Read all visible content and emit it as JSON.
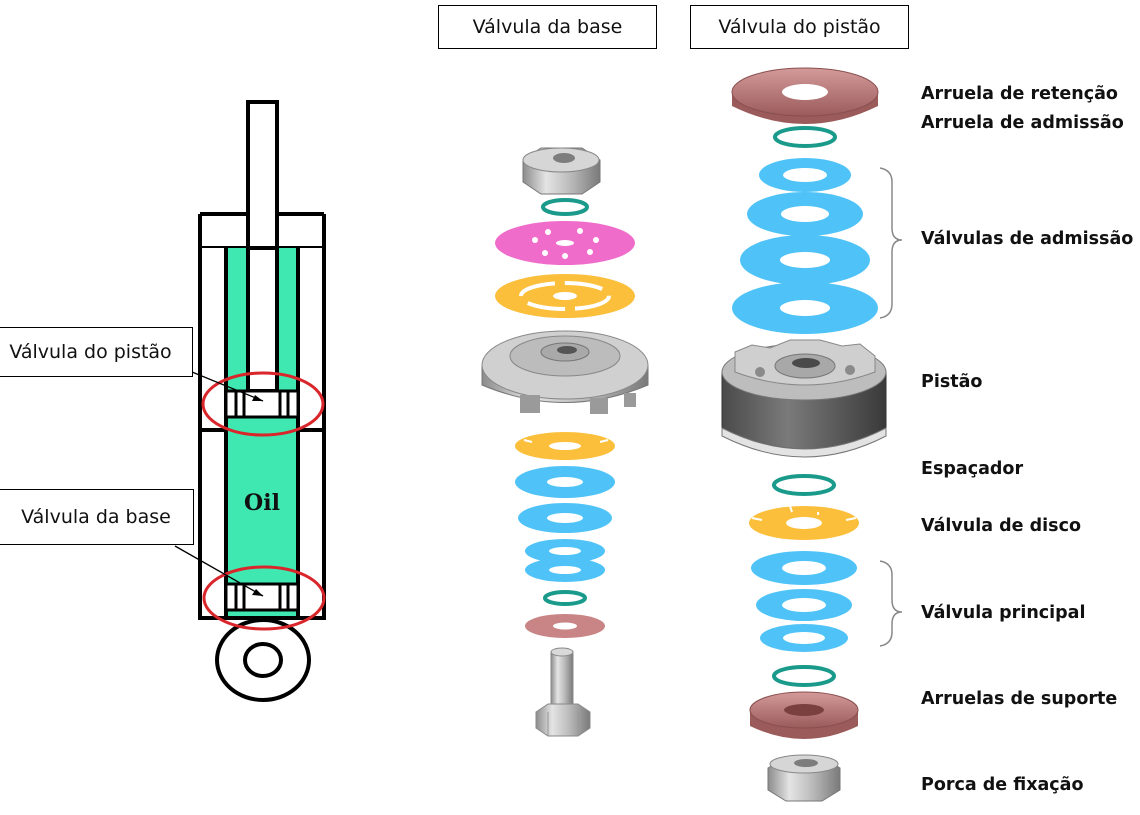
{
  "headers": {
    "base_valve": "Válvula da base",
    "piston_valve": "Válvula do pistão"
  },
  "shock_absorber": {
    "callout_piston": "Válvula do pistão",
    "callout_base": "Válvula da base",
    "fluid_label": "Oil"
  },
  "piston_valve_labels": {
    "retention_washer": "Arruela de retenção",
    "intake_washer": "Arruela de admissão",
    "intake_valves": "Válvulas de admissão",
    "piston": "Pistão",
    "spacer": "Espaçador",
    "disc_valve": "Válvula de disco",
    "main_valve": "Válvula principal",
    "support_washers": "Arruelas de suporte",
    "fixing_nut": "Porca de fixação"
  },
  "colors": {
    "oil": "#3fe8b0",
    "blue_disc": "#4fc3f7",
    "yellow_disc": "#fbbf3c",
    "pink_disc": "#f06ccb",
    "brown_washer": "#c98585",
    "teal_ring": "#1a9a8a",
    "metal": "#c8c8c8",
    "highlight_ring": "#d9262b"
  }
}
